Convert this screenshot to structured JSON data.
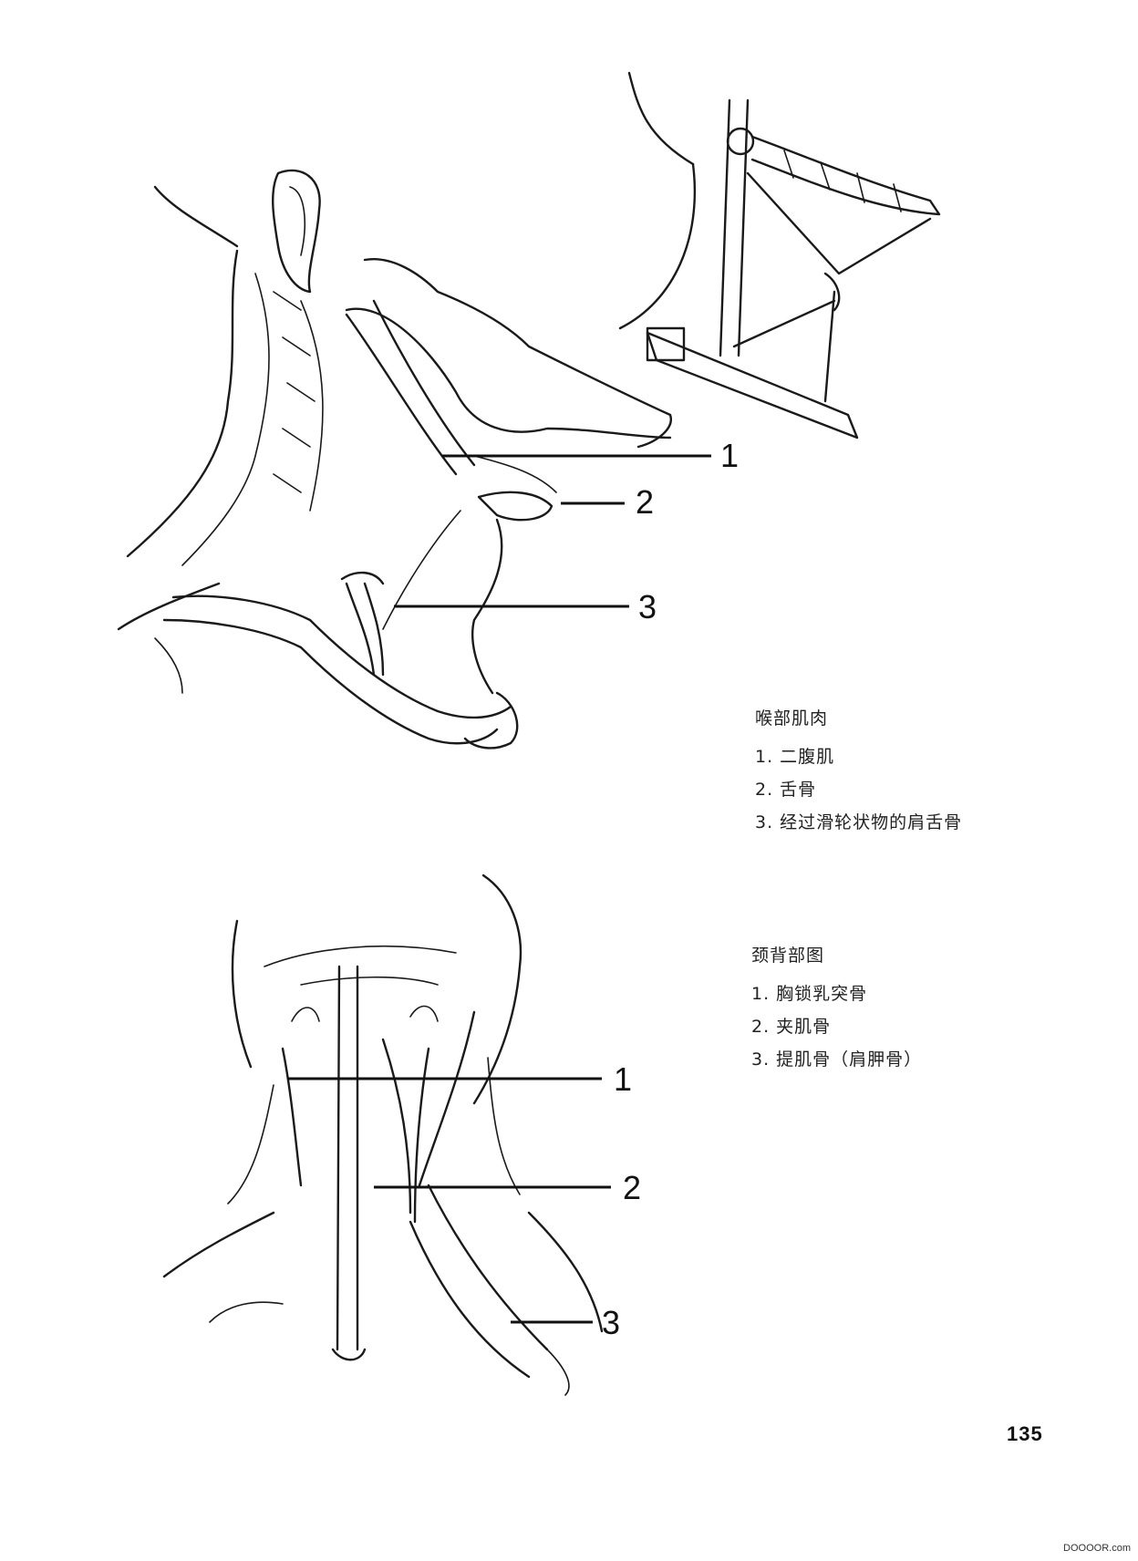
{
  "figure_top": {
    "callouts": [
      "1",
      "2",
      "3"
    ],
    "caption": {
      "title": "喉部肌肉",
      "items": [
        "1. 二腹肌",
        "2. 舌骨",
        "3. 经过滑轮状物的肩舌骨"
      ]
    }
  },
  "figure_bottom": {
    "callouts": [
      "1",
      "2",
      "3"
    ],
    "caption": {
      "title": "颈背部图",
      "items": [
        "1. 胸锁乳突骨",
        "2. 夹肌骨",
        "3. 提肌骨（肩胛骨）"
      ]
    }
  },
  "page_number": "135",
  "watermark": "DOOOOR.com"
}
